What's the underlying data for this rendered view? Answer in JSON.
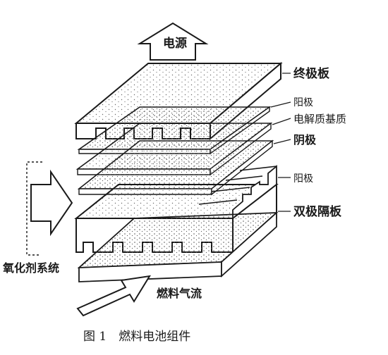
{
  "diagram": {
    "title_top_arrow": "电源",
    "labels": {
      "end_plate": "终极板",
      "anode_1": "阳极",
      "electrolyte_matrix": "电解质基质",
      "cathode": "阴极",
      "anode_2": "阳极",
      "bipolar_plate": "双极隔板",
      "oxidant_system": "氧化剂系统",
      "fuel_gas_flow": "燃料气流"
    },
    "caption": "图 1　燃料电池组件"
  },
  "colors": {
    "ink": "#1a1a1a",
    "plate_fill": "#ffffff",
    "stipple": "#6b6b6b"
  }
}
